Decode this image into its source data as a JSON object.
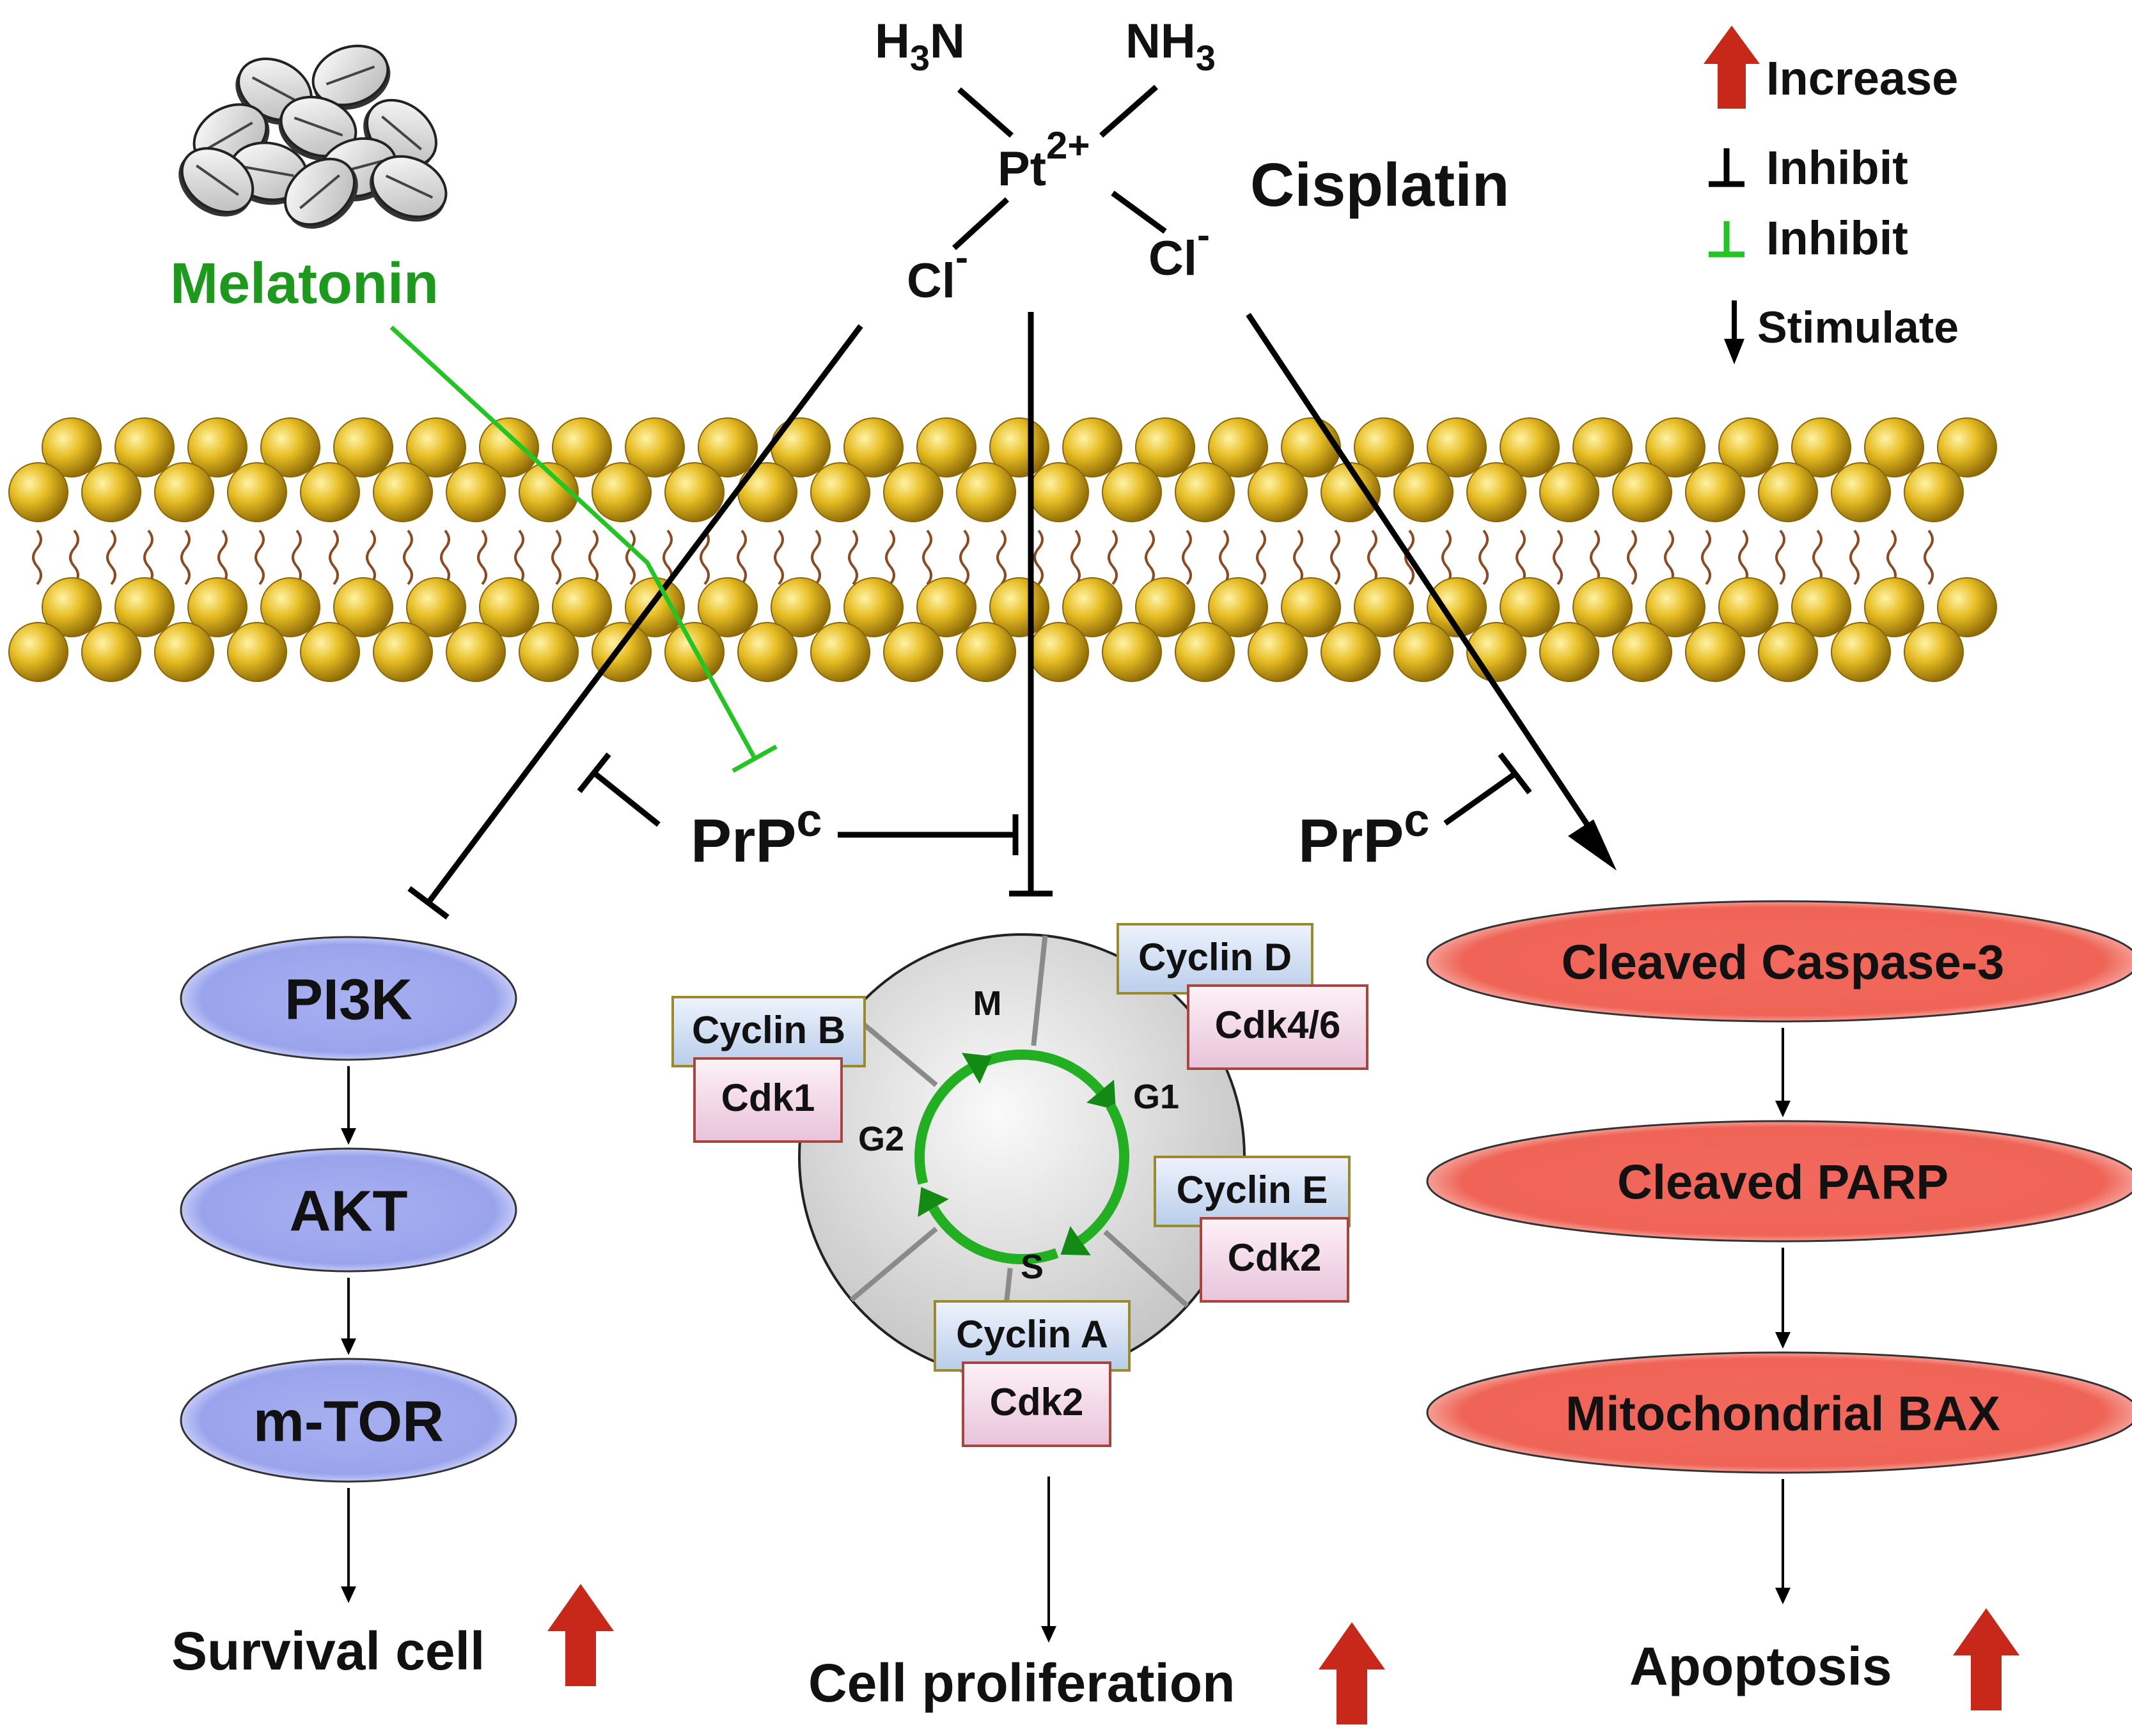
{
  "drug": {
    "name": "Cisplatin",
    "formula": {
      "ammine_left": "H",
      "ammine_left_sub": "3",
      "ammine_left_tail": "N",
      "ammine_right": "NH",
      "ammine_right_sub": "3",
      "metal": "Pt",
      "metal_charge": "2+",
      "chloride_left": "Cl",
      "chloride_left_charge": "-",
      "chloride_right": "Cl",
      "chloride_right_charge": "-"
    }
  },
  "melatonin": {
    "label": "Melatonin",
    "color": "#1d9a1d"
  },
  "legend": {
    "increase": "Increase",
    "inhibit_black": "Inhibit",
    "inhibit_green": "Inhibit",
    "stimulate": "Stimulate"
  },
  "prpc": {
    "left": "PrP",
    "left_sup": "c",
    "right": "PrP",
    "right_sup": "c"
  },
  "survival_pathway": {
    "nodes": [
      "PI3K",
      "AKT",
      "m-TOR"
    ],
    "outcome": "Survival cell",
    "color": "#9aa6ec"
  },
  "cell_cycle": {
    "phases": [
      "M",
      "G1",
      "S",
      "G2"
    ],
    "complexes": [
      {
        "cyclin": "Cyclin D",
        "cdk": "Cdk4/6"
      },
      {
        "cyclin": "Cyclin E",
        "cdk": "Cdk2"
      },
      {
        "cyclin": "Cyclin A",
        "cdk": "Cdk2"
      },
      {
        "cyclin": "Cyclin B",
        "cdk": "Cdk1"
      }
    ],
    "outcome": "Cell proliferation"
  },
  "apoptosis_pathway": {
    "nodes": [
      "Cleaved Caspase-3",
      "Cleaved PARP",
      "Mitochondrial BAX"
    ],
    "outcome": "Apoptosis",
    "color": "#f06a5e"
  },
  "colors": {
    "membrane": "#e0b51c",
    "increase_arrow": "#c8281a",
    "inhibit_green": "#22c522",
    "cycle_arrow": "#22b022"
  }
}
